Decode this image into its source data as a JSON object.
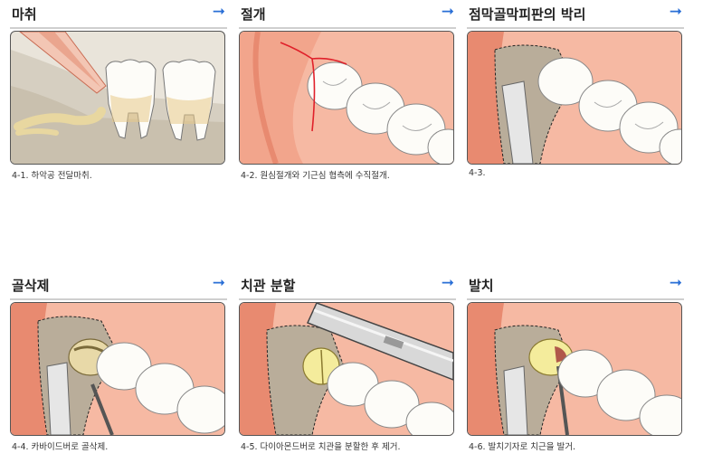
{
  "arrow_glyph": "➞",
  "panels": [
    {
      "title": "마취",
      "caption": "4-1. 하악공 전달마취."
    },
    {
      "title": "절개",
      "caption": "4-2. 원심절개와 기근심 협측에 수직절개."
    },
    {
      "title": "점막골막피판의 박리",
      "caption": "4-3."
    },
    {
      "title": "골삭제",
      "caption": "4-4. 카바이드버로 골삭제."
    },
    {
      "title": "치관 분할",
      "caption": "4-5. 다이아몬드버로 치관을 분할한 후 제거."
    },
    {
      "title": "발치",
      "caption": "4-6. 발치기자로 치근을 발거."
    }
  ],
  "colors": {
    "gum": "#f2a58c",
    "gum_dark": "#d9654a",
    "bone": "#b9ad9a",
    "tooth": "#fdfcf8",
    "tooth_shadow": "#e8d9a8",
    "incision": "#e0202a",
    "accent": "#2a6fd6"
  }
}
